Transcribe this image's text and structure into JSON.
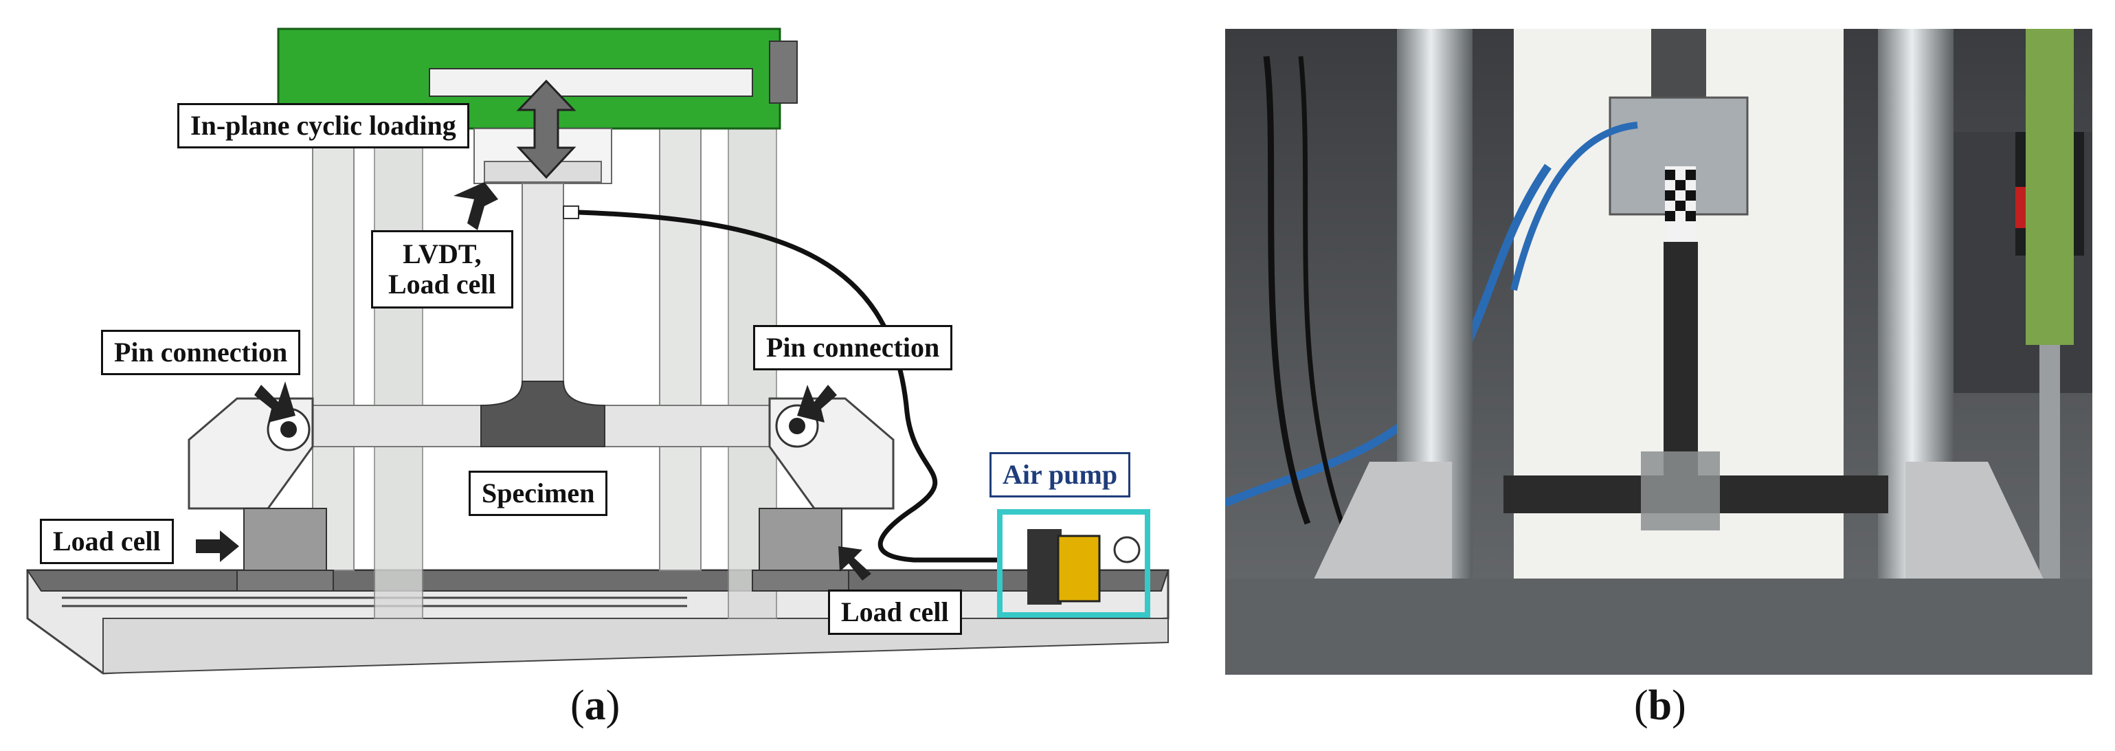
{
  "panel_a": {
    "labels": {
      "inplane": "In-plane cyclic loading",
      "lvdt": "LVDT,",
      "loadcell_top": "Load cell",
      "pin_left": "Pin connection",
      "pin_right": "Pin connection",
      "specimen": "Specimen",
      "air_pump": "Air pump",
      "loadcell_left": "Load cell",
      "loadcell_right": "Load cell"
    },
    "caption_letter": "a"
  },
  "panel_b": {
    "caption_letter": "b"
  },
  "colors": {
    "actuator_green": "#2faa2f",
    "air_pump": "#37c8c8",
    "label_blue": "#1f3d7a",
    "specimen_joint": "#555555"
  }
}
